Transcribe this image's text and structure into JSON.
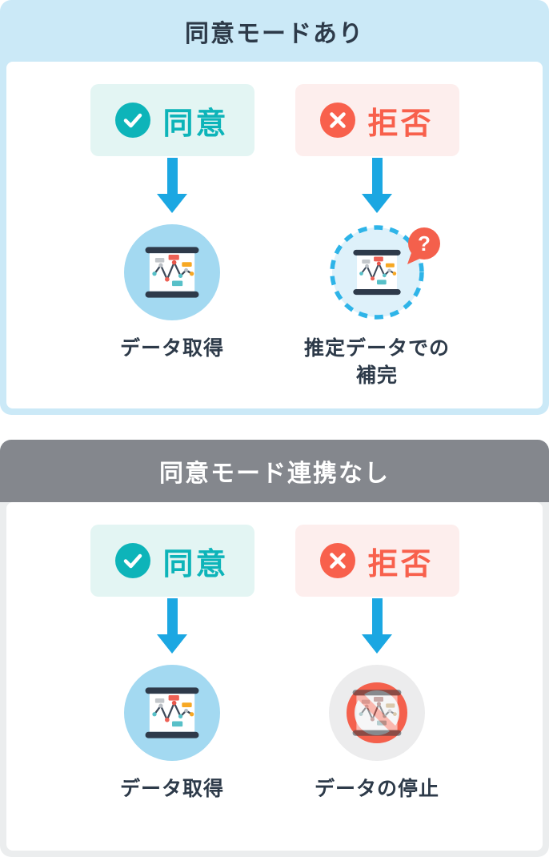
{
  "colors": {
    "panel_blue_bg": "#cbe9f7",
    "panel_gray_outer_bg": "#ebedee",
    "panel_gray_header_bg": "#84878d",
    "header_text_dark": "#2d3a49",
    "header_text_light": "#ffffff",
    "consent_teal": "#0db4b9",
    "consent_badge_bg": "#e3f5f3",
    "refuse_red": "#f8604c",
    "refuse_badge_bg": "#fdeeed",
    "arrow_blue": "#1ba7e2",
    "icon_circle_blue": "#a3d9f1",
    "icon_circle_gray": "#ececed",
    "dashed_circle_stroke": "#2eb4e8",
    "dashed_circle_fill": "#def1fa",
    "prohibition_red": "#f4604c",
    "label_navy": "#2d3a49"
  },
  "icons": {
    "question_mark": "?"
  },
  "panels": [
    {
      "title": "同意モードあり",
      "columns": [
        {
          "badge_label": "同意",
          "outcome_label": "データ取得"
        },
        {
          "badge_label": "拒否",
          "outcome_label": "推定データでの\n補完"
        }
      ]
    },
    {
      "title": "同意モード連携なし",
      "columns": [
        {
          "badge_label": "同意",
          "outcome_label": "データ取得"
        },
        {
          "badge_label": "拒否",
          "outcome_label": "データの停止"
        }
      ]
    }
  ]
}
